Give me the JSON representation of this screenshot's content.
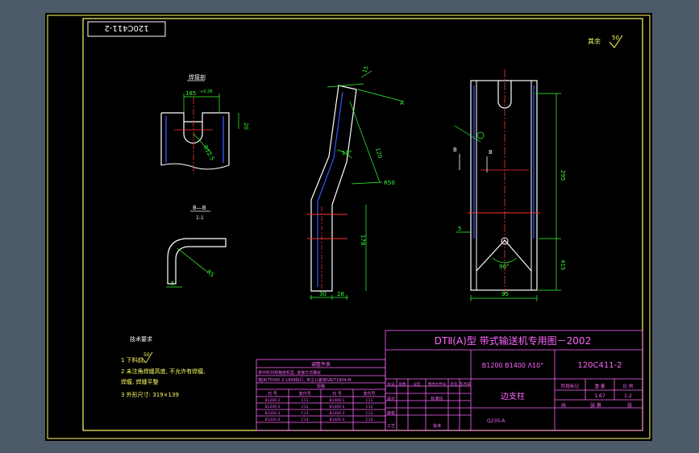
{
  "title_block": {
    "main_title": "DTⅡ(A)型  带式输送机专用图－2002",
    "spec": "B1200 B1400  Λ10°",
    "drawing_no": "120C411-2",
    "part_name": "边支柱",
    "material": "Q235-A",
    "stage_label": "阶段标记",
    "weight_label": "重 量",
    "scale_label": "比 例",
    "weight_value": "1.67",
    "scale_value": "1:2",
    "sheet_label": "共",
    "sheets_label": "张 第",
    "sheet_suffix": "张",
    "rev_headers": [
      "标记",
      "处数",
      "分区",
      "更改文件号",
      "签名",
      "年月日"
    ],
    "sign_rows": [
      "设计",
      "审核",
      "工艺"
    ],
    "sign_mid": [
      "标准化",
      "批准"
    ]
  },
  "corner_stamp": "120C411-2",
  "surface_note": {
    "label": "其余",
    "value": "50"
  },
  "views": {
    "detail_label": "焊接剖",
    "section_label": "B—B",
    "section_ratio": "1:1",
    "arrow_a": "A",
    "arrow_b": "B",
    "dims": {
      "d185": "185",
      "d128": "+0.28",
      "d20": "20",
      "r125": "R12.5",
      "r5": "R5",
      "d5": "5",
      "d15": "15",
      "a10": "10°",
      "d120": "120",
      "r50": "R50",
      "d178": "178",
      "d30": "30",
      "d28": "28",
      "d295": "295",
      "d415": "415",
      "d5b": "5",
      "a90": "90°",
      "d95": "95"
    }
  },
  "tech_notes": {
    "heading": "技术要求",
    "items": [
      "1 下料前,",
      "2 未注角焊缝高度, 不允许有焊瘤,",
      "   焊瘤, 焊缝平整",
      "3 外形尺寸: 319×139"
    ],
    "roughness": "50"
  },
  "table": {
    "title": "调整件表",
    "note1": "表中所列规格按机型, 连接方式确定",
    "note2": "按JB/T5000.3-1998执行, 未注公差按GB/T1804-M",
    "col_header": "规格",
    "headers": [
      "代 号",
      "变代号",
      "代 号",
      "变代号"
    ],
    "rows": [
      [
        "B1200-1",
        "C11",
        "B1400-1",
        "C11"
      ],
      [
        "B1200-2",
        "C12",
        "B1400-2",
        "C12"
      ],
      [
        "B1200-3",
        "C13",
        "B1400-3",
        "C13"
      ],
      [
        "B1200-4",
        "C14",
        "B1400-4",
        "C14"
      ]
    ]
  },
  "colors": {
    "background": "#4d5b69",
    "sheet": "#000000",
    "frame": "#ffff66",
    "geometry": "#ffffff",
    "dimension": "#33ff33",
    "centerline": "#ff3333",
    "hidden": "#3355ff",
    "table": "#ff66ff"
  }
}
